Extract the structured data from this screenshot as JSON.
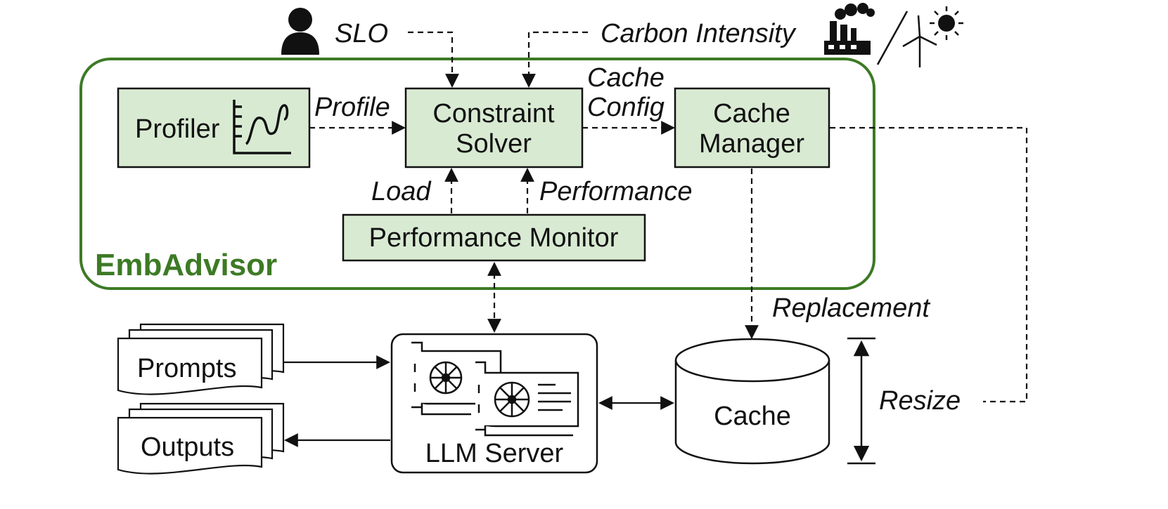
{
  "diagram": {
    "container_label": "EmbAdvisor",
    "container_color": "#3d7a25",
    "box_fill": "#d9ead3",
    "boxes": {
      "profiler": "Profiler",
      "constraint_solver_line1": "Constraint",
      "constraint_solver_line2": "Solver",
      "cache_manager_line1": "Cache",
      "cache_manager_line2": "Manager",
      "performance_monitor": "Performance Monitor",
      "prompts": "Prompts",
      "outputs": "Outputs",
      "llm_server": "LLM Server",
      "cache": "Cache"
    },
    "edge_labels": {
      "slo": "SLO",
      "carbon_intensity": "Carbon Intensity",
      "profile": "Profile",
      "cache_config_line1": "Cache",
      "cache_config_line2": "Config",
      "load": "Load",
      "performance": "Performance",
      "replacement": "Replacement",
      "resize": "Resize"
    },
    "icons": {
      "user": "user-icon",
      "factory": "factory-icon",
      "wind_turbine": "wind-turbine-icon",
      "sun": "sun-icon",
      "chart": "line-chart-icon",
      "gpu": "gpu-card-icon"
    }
  }
}
